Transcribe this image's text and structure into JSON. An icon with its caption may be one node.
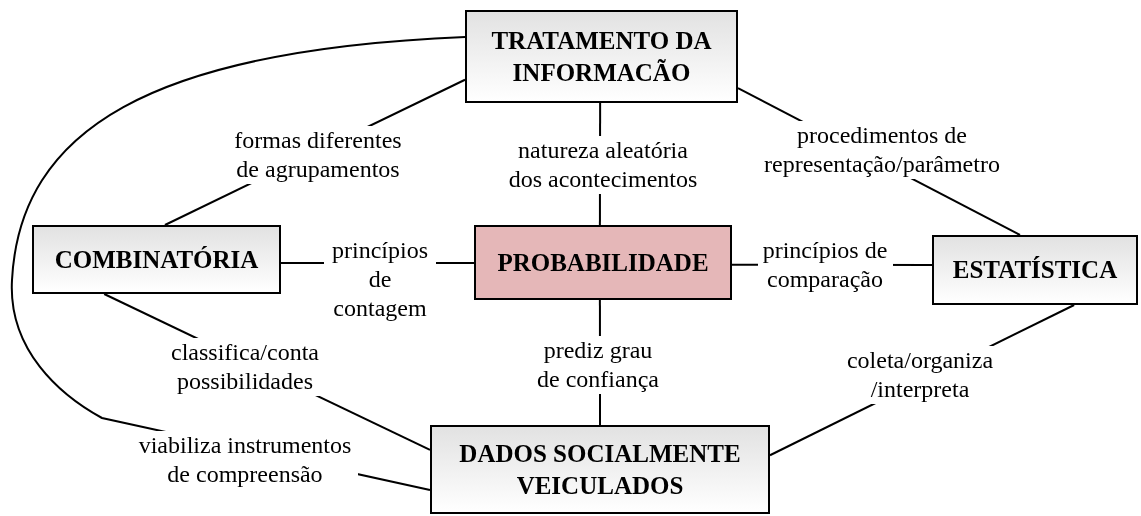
{
  "diagram": {
    "nodes": [
      {
        "text": [
          "TRATAMENTO DA INFORMACÃO"
        ]
      },
      {
        "text": [
          "COMBINATÓRIA"
        ]
      },
      {
        "text": [
          "PROBABILIDADE"
        ]
      },
      {
        "text": [
          "ESTATÍSTICA"
        ]
      },
      {
        "text": [
          "DADOS SOCIALMENTE VEICULADOS"
        ]
      }
    ],
    "edges": [
      {
        "from": 0,
        "to": 1,
        "arrow": "none",
        "label": "formas diferentes de agrupamentos"
      },
      {
        "from": 0,
        "to": 2,
        "arrow": "none",
        "label": "natureza aleatória dos acontecimentos"
      },
      {
        "from": 0,
        "to": 3,
        "arrow": "none",
        "label": "procedimentos de representação/parâmetro"
      },
      {
        "from": 1,
        "to": 2,
        "arrow": "none",
        "label": "princípios de contagem"
      },
      {
        "from": 2,
        "to": 3,
        "arrow": "none",
        "label": "princípios de comparação"
      },
      {
        "from": 1,
        "to": 4,
        "arrow": "none",
        "label": "classifica/conta possibilidades"
      },
      {
        "from": 2,
        "to": 4,
        "arrow": "none",
        "label": "prediz grau de confiança"
      },
      {
        "from": 3,
        "to": 4,
        "arrow": "none",
        "label": "coleta/organiza /interpreta"
      },
      {
        "from": 0,
        "to": 4,
        "arrow": "none",
        "label": "viabiliza instrumentos de compreensão"
      }
    ]
  }
}
